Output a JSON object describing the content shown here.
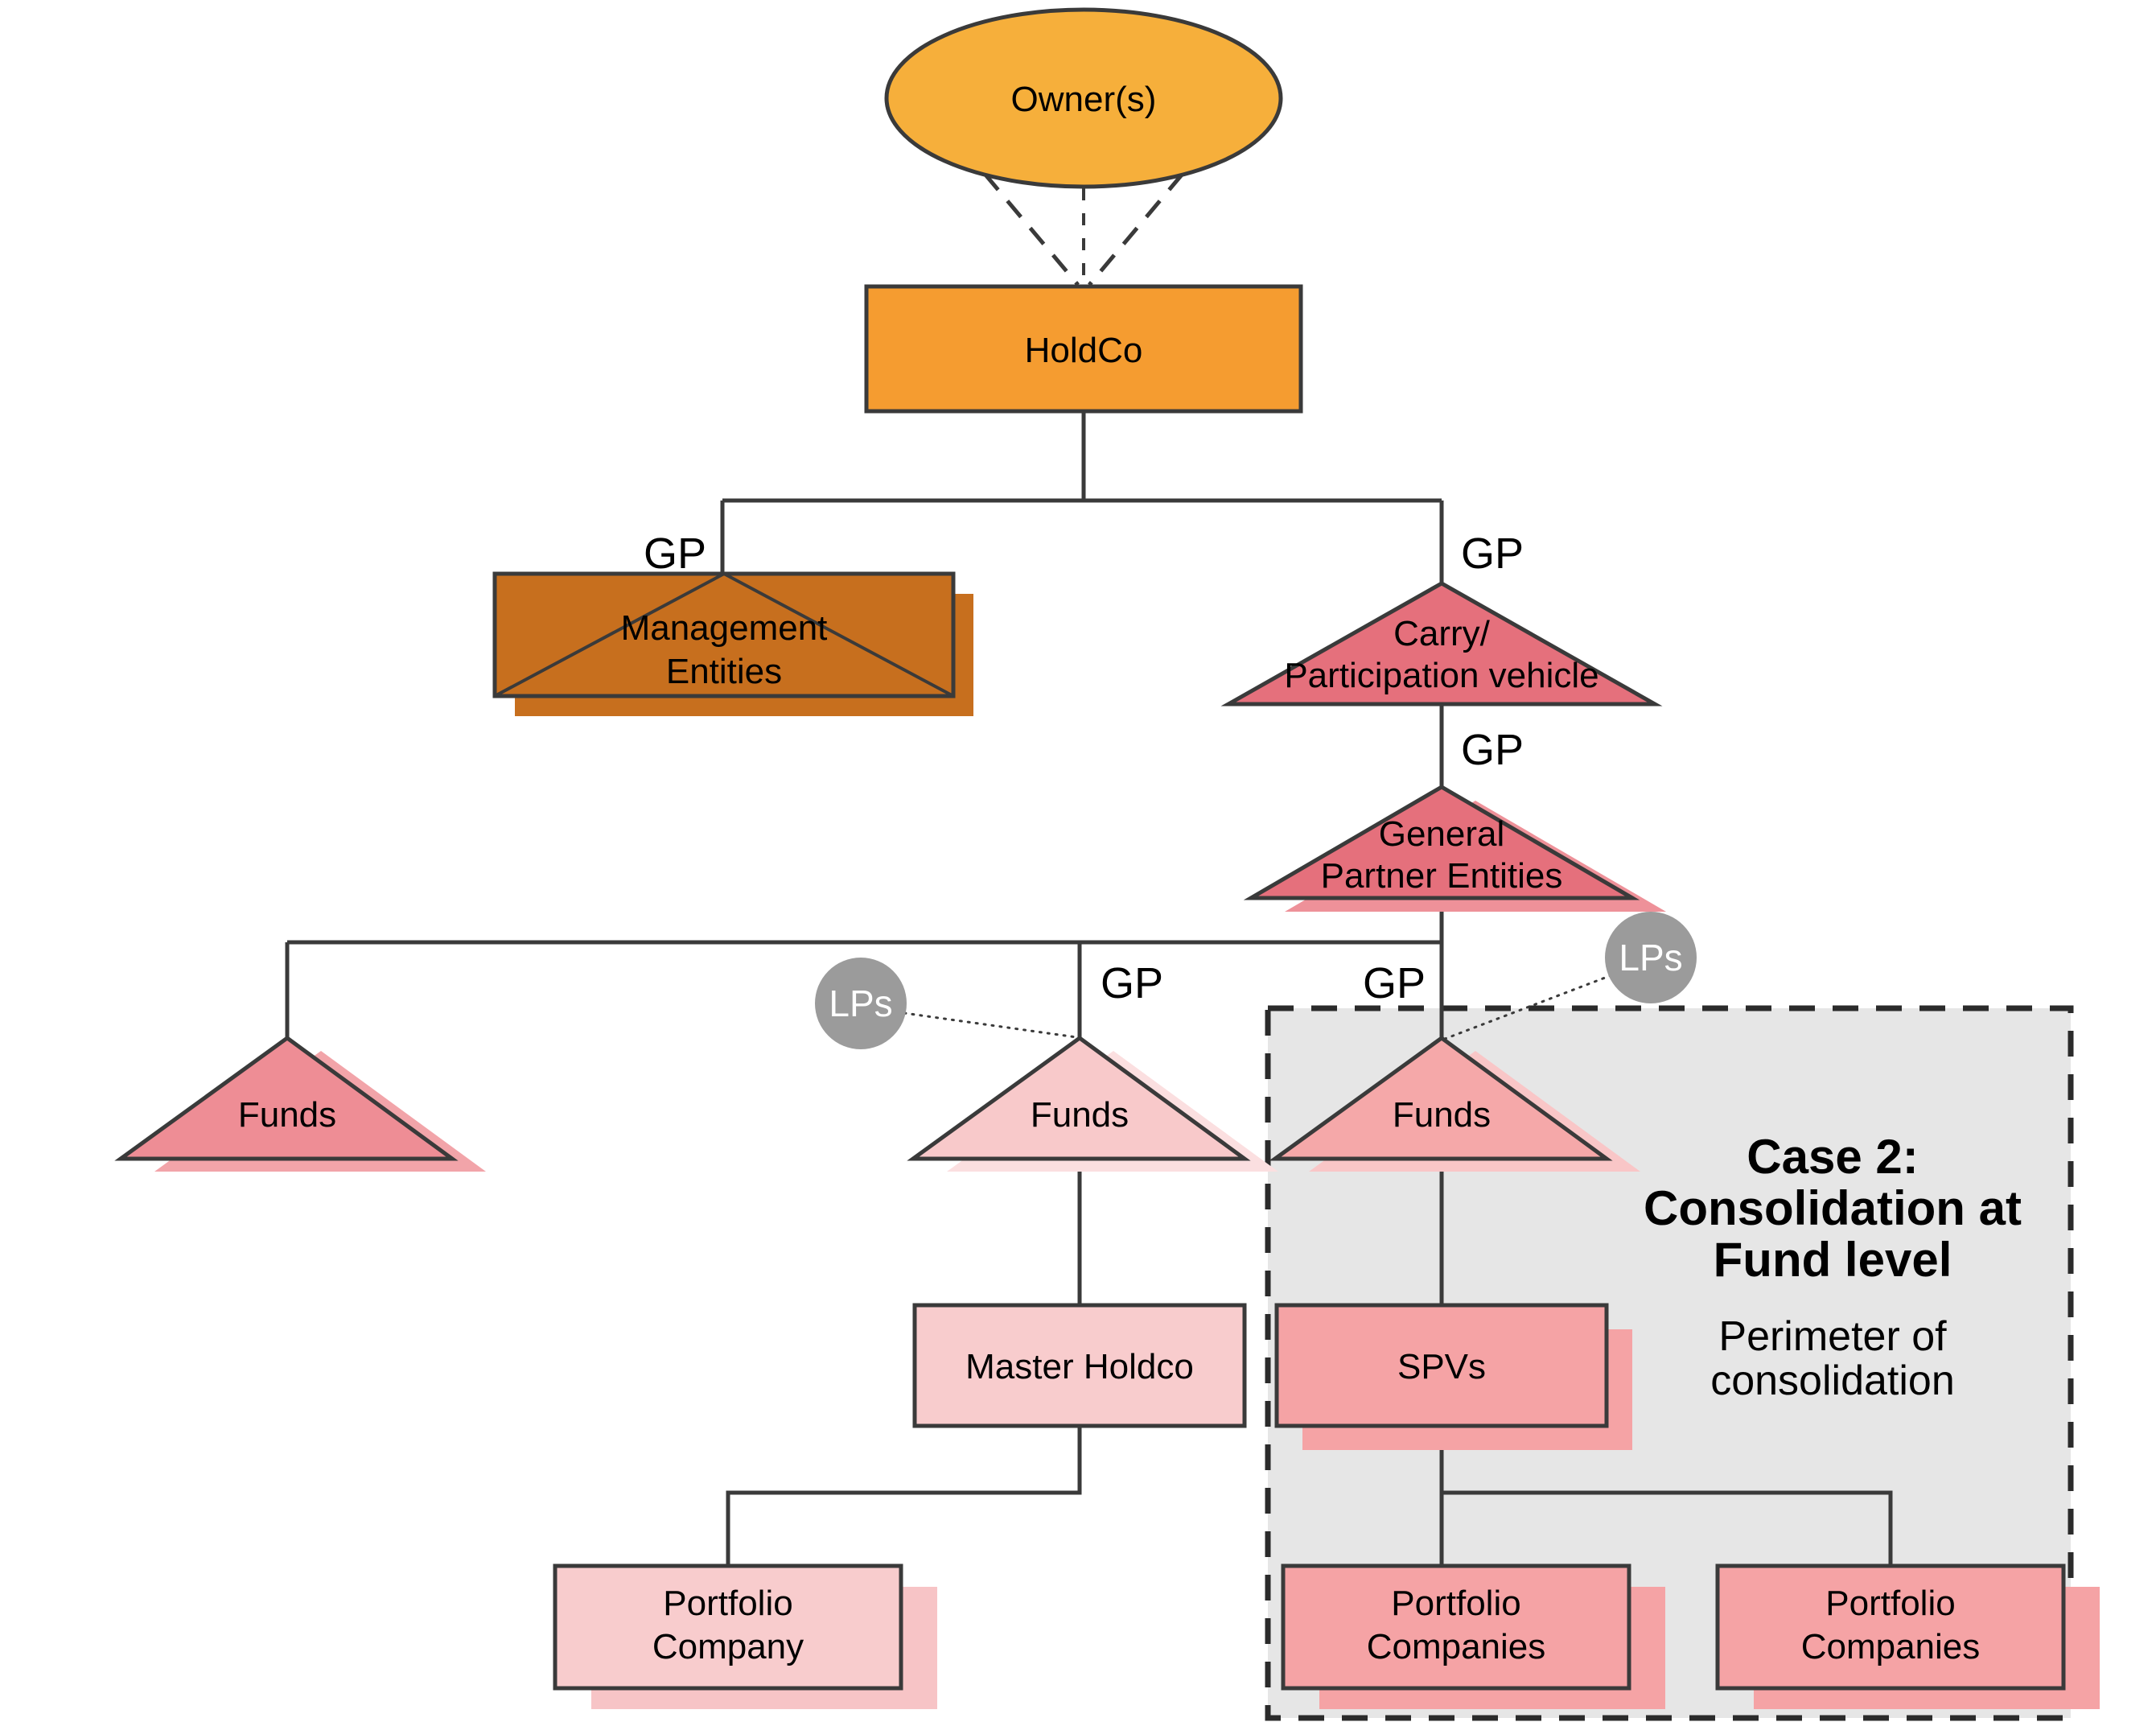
{
  "nodes": {
    "owners": {
      "label": "Owner(s)"
    },
    "holdco": {
      "label": "HoldCo"
    },
    "management_entities": {
      "lines": [
        "Management",
        "Entities"
      ]
    },
    "carry_vehicle": {
      "lines": [
        "Carry/",
        "Participation vehicle"
      ]
    },
    "general_partner_entities": {
      "lines": [
        "General",
        "Partner Entities"
      ]
    },
    "funds_left": {
      "label": "Funds"
    },
    "funds_middle": {
      "label": "Funds"
    },
    "funds_right": {
      "label": "Funds"
    },
    "master_holdco": {
      "label": "Master Holdco"
    },
    "spvs": {
      "label": "SPVs"
    },
    "portfolio_company": {
      "lines": [
        "Portfolio",
        "Company"
      ]
    },
    "portfolio_companies_left": {
      "lines": [
        "Portfolio",
        "Companies"
      ]
    },
    "portfolio_companies_right": {
      "lines": [
        "Portfolio",
        "Companies"
      ]
    }
  },
  "edge_labels": {
    "gp_management": "GP",
    "gp_carry": "GP",
    "gp_general_partner": "GP",
    "gp_funds_middle": "GP",
    "gp_funds_right": "GP",
    "lps_left": "LPs",
    "lps_right": "LPs"
  },
  "case_note": {
    "title_lines": [
      "Case 2:",
      "Consolidation at",
      "Fund level"
    ],
    "subtitle_lines": [
      "Perimeter of",
      "consolidation"
    ]
  },
  "colors": {
    "owners_fill": "#F6AF3B",
    "holdco_fill": "#F59C30",
    "management_fill": "#C76F1E",
    "rose_fill": "#E5707C",
    "rose_shadow": "#EE9199",
    "funds_left_fill": "#EE8D95",
    "funds_left_shadow": "#F2A4A9",
    "funds_middle_fill": "#F8C9CA",
    "funds_middle_shadow": "#FBDFE0",
    "funds_right_fill": "#F5A8A9",
    "funds_right_shadow": "#F9C6C7",
    "light_pink_fill": "#F8CCCD",
    "light_pink_shadow": "#F7C4C6",
    "mid_pink_fill": "#F5A3A5",
    "perimeter_fill": "#E6E6E6",
    "lps_fill": "#9B9B9B",
    "line_color": "#3A3A3A"
  }
}
